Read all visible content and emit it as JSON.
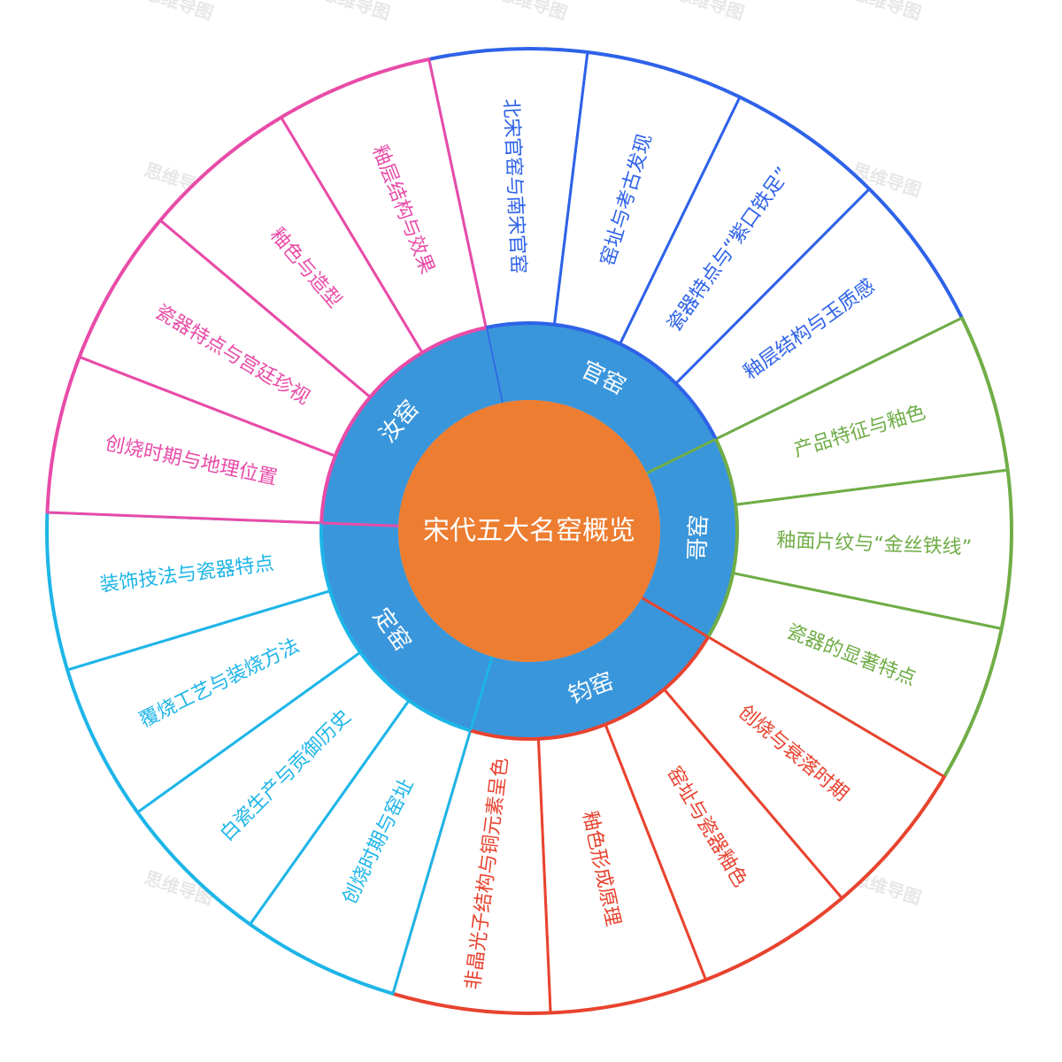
{
  "center": {
    "label": "宋代五大名窑概览",
    "color": "#ED7D31"
  },
  "ring_color": "#3A96DB",
  "branches": [
    {
      "label": "官窑",
      "color": "#2E62E8",
      "leaves": [
        "北宋官窑与南宋官窑",
        "窑址与考古发现",
        "瓷器特点与“紫口铁足”",
        "釉层结构与玉质感"
      ]
    },
    {
      "label": "哥窑",
      "color": "#70AD47",
      "leaves": [
        "产品特征与釉色",
        "釉面片纹与“金丝铁线”",
        "瓷器的显著特点"
      ]
    },
    {
      "label": "钧窑",
      "color": "#E8432F",
      "leaves": [
        "创烧与衰落时期",
        "窑址与瓷器釉色",
        "釉色形成原理",
        "非晶光子结构与铜元素呈色"
      ]
    },
    {
      "label": "定窑",
      "color": "#1DB5E8",
      "leaves": [
        "创烧时期与窑址",
        "白瓷生产与贡御历史",
        "覆烧工艺与装烧方法",
        "装饰技法与瓷器特点"
      ]
    },
    {
      "label": "汝窑",
      "color": "#E84BA8",
      "leaves": [
        "创烧时期与地理位置",
        "瓷器特点与宫廷珍视",
        "釉色与造型",
        "釉层结构与效果"
      ]
    }
  ],
  "watermark": "思维导图"
}
